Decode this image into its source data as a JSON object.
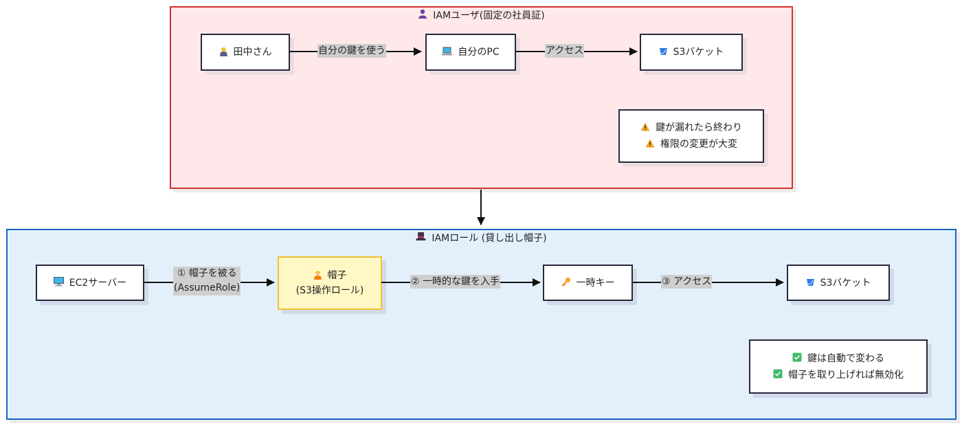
{
  "iam_user": {
    "title_icon": "bust-in-silhouette-icon",
    "title": "IAMユーザ(固定の社員証)",
    "nodes": {
      "tanaka": {
        "icon": "person-icon",
        "label": "田中さん"
      },
      "pc": {
        "icon": "laptop-icon",
        "label": "自分のPC"
      },
      "s3": {
        "icon": "bucket-icon",
        "label": "S3バケット"
      }
    },
    "edges": {
      "tanaka_to_pc": "自分の鍵を使う",
      "pc_to_s3": "アクセス"
    },
    "notes": [
      {
        "icon": "warning-icon",
        "text": "鍵が漏れたら終わり"
      },
      {
        "icon": "warning-icon",
        "text": "権限の変更が大変"
      }
    ]
  },
  "iam_role": {
    "title_icon": "top-hat-icon",
    "title": "IAMロール (貸し出し帽子)",
    "nodes": {
      "ec2": {
        "icon": "desktop-icon",
        "label": "EC2サーバー"
      },
      "hat": {
        "icon": "construction-worker-icon",
        "label_line1": "帽子",
        "label_line2": "(S3操作ロール)"
      },
      "tempkey": {
        "icon": "key-icon",
        "label": "一時キー"
      },
      "s3": {
        "icon": "bucket-icon",
        "label": "S3バケット"
      }
    },
    "edges": {
      "ec2_to_hat_line1": "① 帽子を被る",
      "ec2_to_hat_line2": "(AssumeRole)",
      "hat_to_key": "② 一時的な鍵を入手",
      "key_to_s3": "③ アクセス"
    },
    "notes": [
      {
        "icon": "check-mark-icon",
        "text": "鍵は自動で変わる"
      },
      {
        "icon": "check-mark-icon",
        "text": "帽子を取り上げれば無効化"
      }
    ]
  },
  "colors": {
    "user_panel_bg": "#ffe8ea",
    "user_panel_border": "#d32f2f",
    "role_panel_bg": "#e3f0fc",
    "role_panel_border": "#1565c0",
    "hat_node_bg": "#fff8c4",
    "hat_node_border": "#f4c030"
  }
}
